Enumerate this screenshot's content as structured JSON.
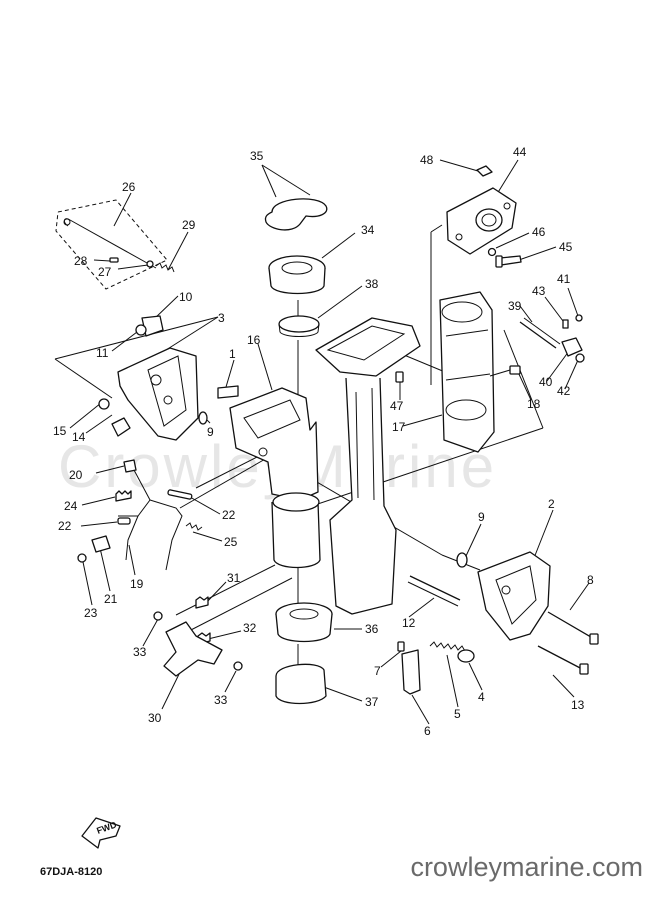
{
  "watermark": "CrowleyMarine",
  "site_url": "crowleymarine.com",
  "diagram_code": "67DJA-8120",
  "fwd_label": "FWD",
  "part_labels": [
    {
      "id": "35",
      "text": "35"
    },
    {
      "id": "48",
      "text": "48"
    },
    {
      "id": "44",
      "text": "44"
    },
    {
      "id": "26",
      "text": "26"
    },
    {
      "id": "29",
      "text": "29"
    },
    {
      "id": "34",
      "text": "34"
    },
    {
      "id": "46",
      "text": "46"
    },
    {
      "id": "45",
      "text": "45"
    },
    {
      "id": "28",
      "text": "28"
    },
    {
      "id": "27",
      "text": "27"
    },
    {
      "id": "41",
      "text": "41"
    },
    {
      "id": "38",
      "text": "38"
    },
    {
      "id": "43",
      "text": "43"
    },
    {
      "id": "10",
      "text": "10"
    },
    {
      "id": "39",
      "text": "39"
    },
    {
      "id": "3",
      "text": "3"
    },
    {
      "id": "11",
      "text": "11"
    },
    {
      "id": "16",
      "text": "16"
    },
    {
      "id": "1",
      "text": "1"
    },
    {
      "id": "40",
      "text": "40"
    },
    {
      "id": "42",
      "text": "42"
    },
    {
      "id": "18",
      "text": "18"
    },
    {
      "id": "47",
      "text": "47"
    },
    {
      "id": "15",
      "text": "15"
    },
    {
      "id": "14",
      "text": "14"
    },
    {
      "id": "9a",
      "text": "9"
    },
    {
      "id": "17",
      "text": "17"
    },
    {
      "id": "20",
      "text": "20"
    },
    {
      "id": "24",
      "text": "24"
    },
    {
      "id": "22a",
      "text": "22"
    },
    {
      "id": "22b",
      "text": "22"
    },
    {
      "id": "9b",
      "text": "9"
    },
    {
      "id": "2",
      "text": "2"
    },
    {
      "id": "25",
      "text": "25"
    },
    {
      "id": "19",
      "text": "19"
    },
    {
      "id": "21",
      "text": "21"
    },
    {
      "id": "23",
      "text": "23"
    },
    {
      "id": "8",
      "text": "8"
    },
    {
      "id": "31",
      "text": "31"
    },
    {
      "id": "12",
      "text": "12"
    },
    {
      "id": "33a",
      "text": "33"
    },
    {
      "id": "32",
      "text": "32"
    },
    {
      "id": "36",
      "text": "36"
    },
    {
      "id": "7",
      "text": "7"
    },
    {
      "id": "4",
      "text": "4"
    },
    {
      "id": "13",
      "text": "13"
    },
    {
      "id": "5",
      "text": "5"
    },
    {
      "id": "33b",
      "text": "33"
    },
    {
      "id": "30",
      "text": "30"
    },
    {
      "id": "37",
      "text": "37"
    },
    {
      "id": "6",
      "text": "6"
    }
  ]
}
